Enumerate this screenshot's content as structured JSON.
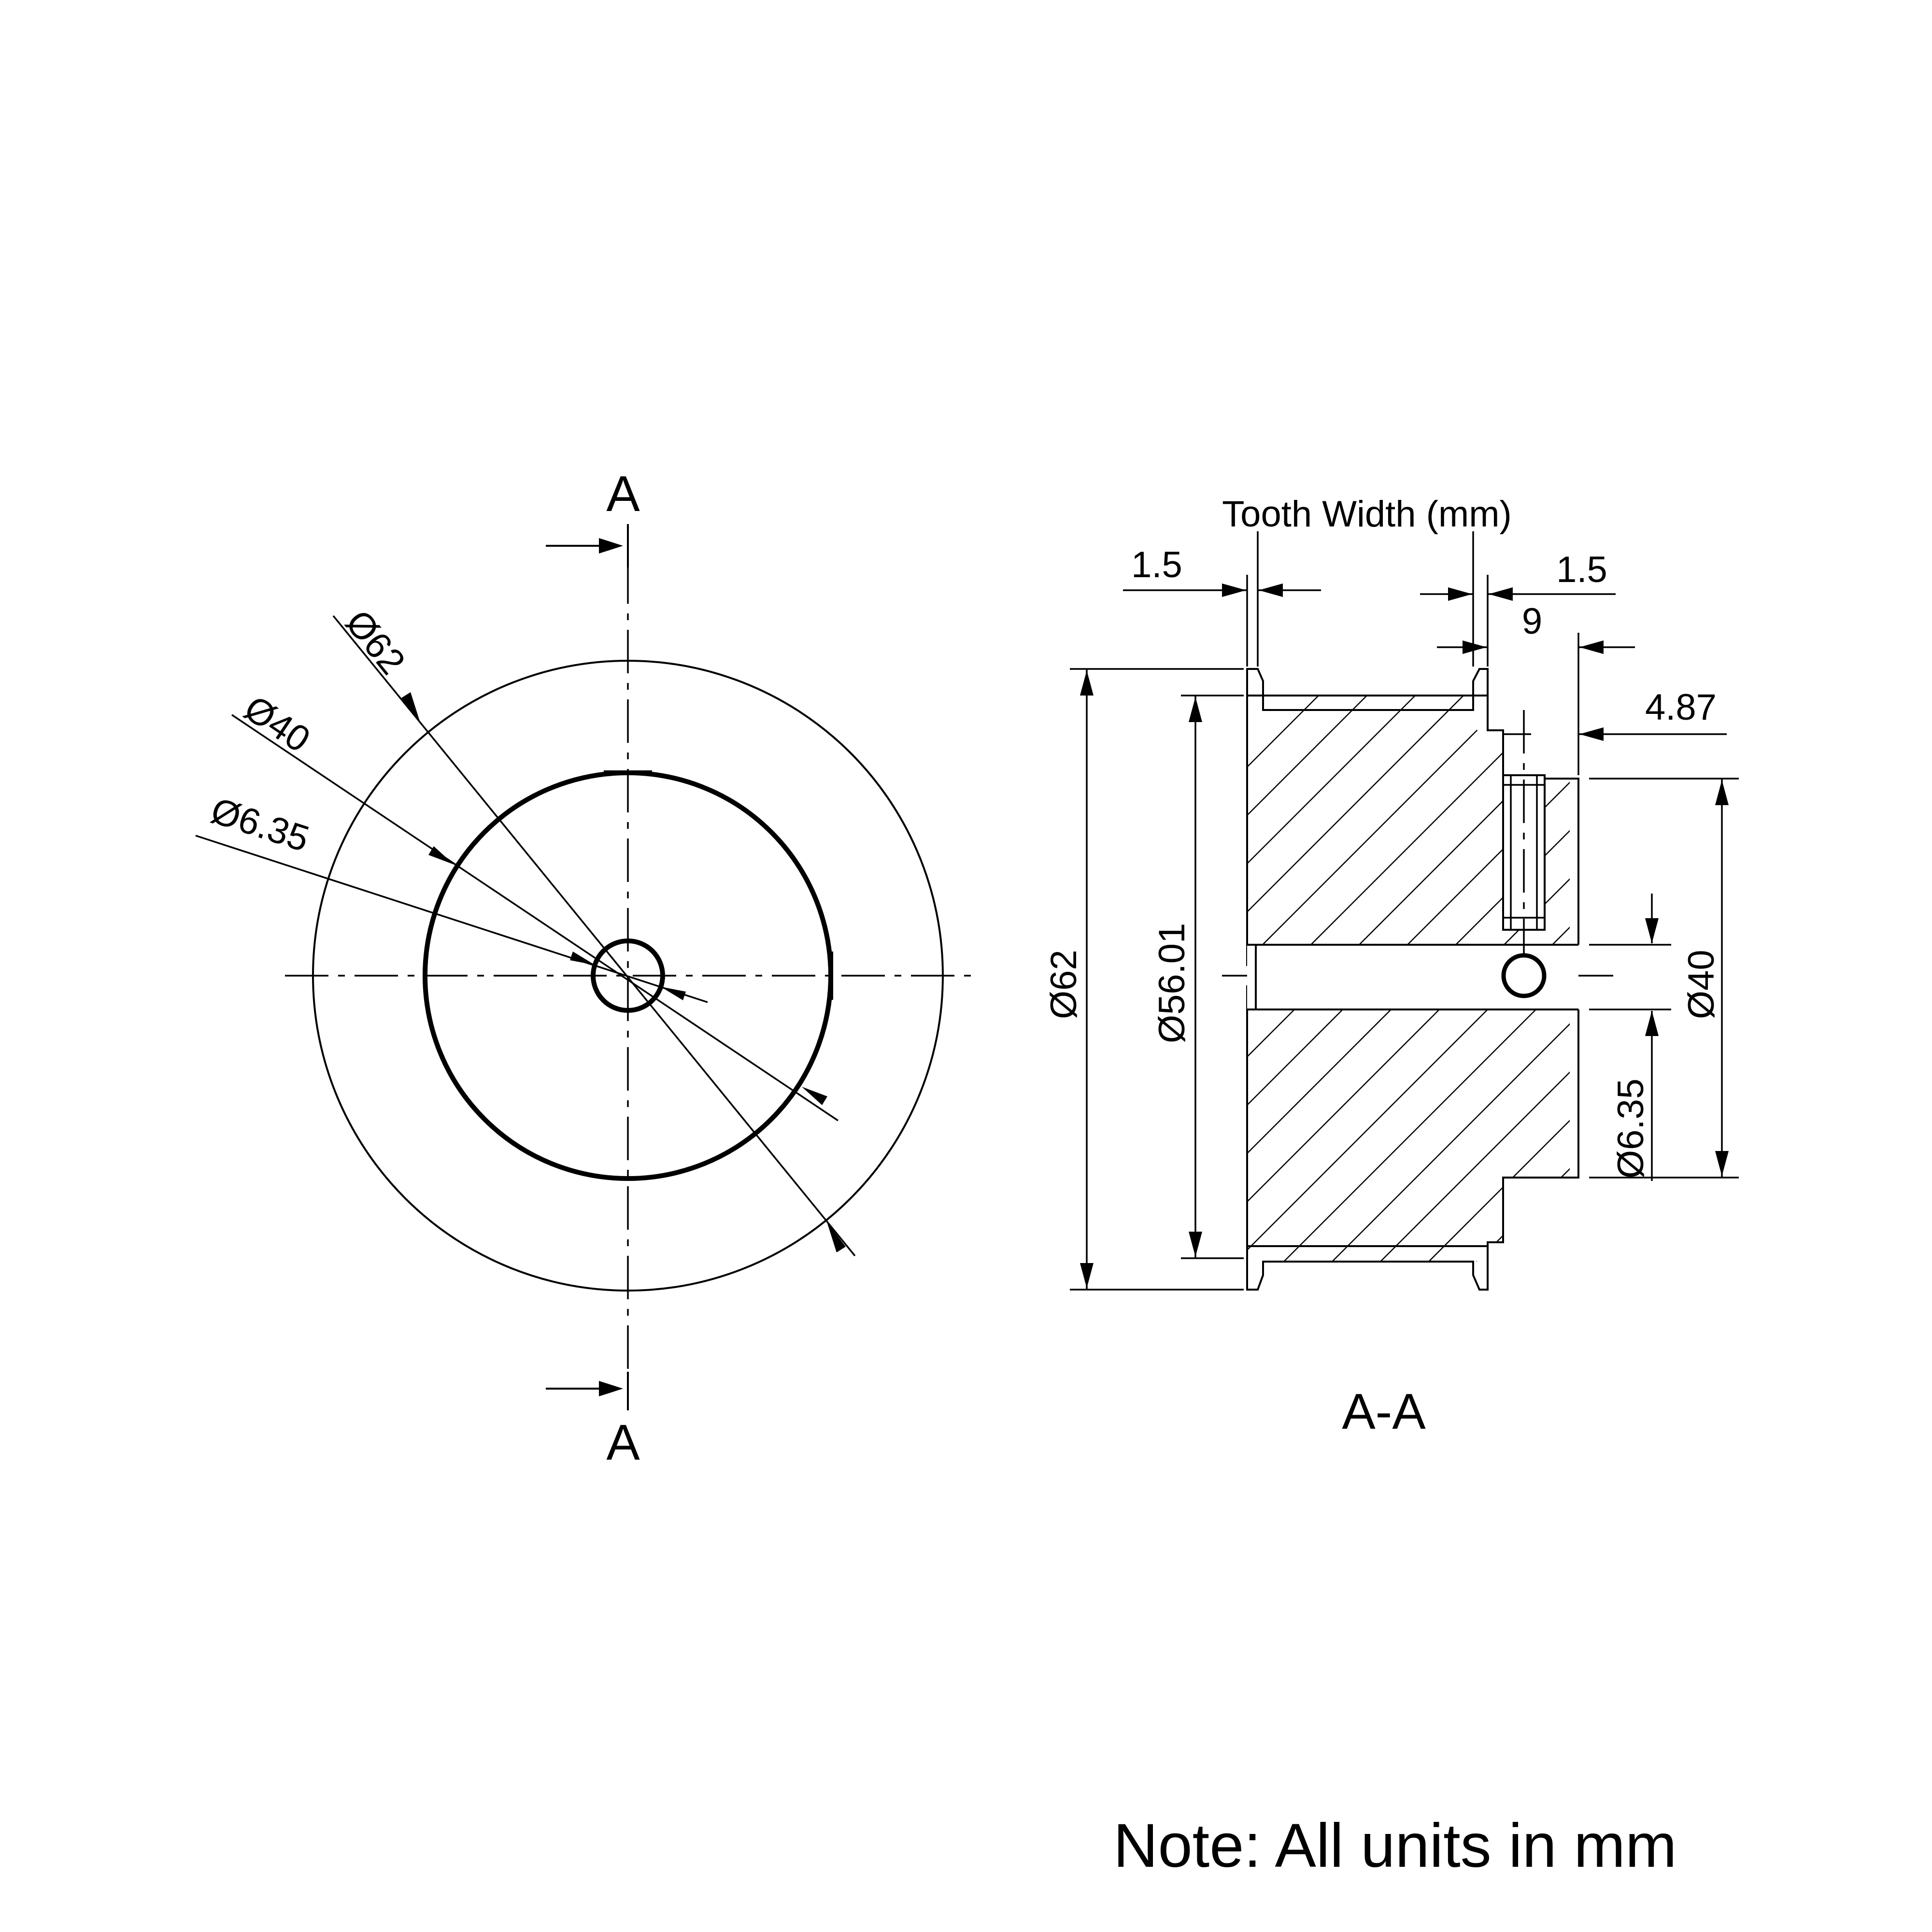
{
  "front_view": {
    "section_marker_top": "A",
    "section_marker_bottom": "A",
    "dim_outer_diameter": "Ø62",
    "dim_hub_diameter": "Ø40",
    "dim_bore_diameter": "Ø6.35"
  },
  "section_view": {
    "title": "A-A",
    "tooth_width_label": "Tooth Width (mm)",
    "dim_left_flange": "1.5",
    "dim_right_flange": "1.5",
    "dim_hub_length": "9",
    "dim_setscrew_offset": "4.87",
    "dim_flange_diameter": "Ø62",
    "dim_pitch_diameter": "Ø56.01",
    "dim_bore_diameter": "Ø6.35",
    "dim_hub_diameter": "Ø40"
  },
  "note": "Note: All units in mm"
}
